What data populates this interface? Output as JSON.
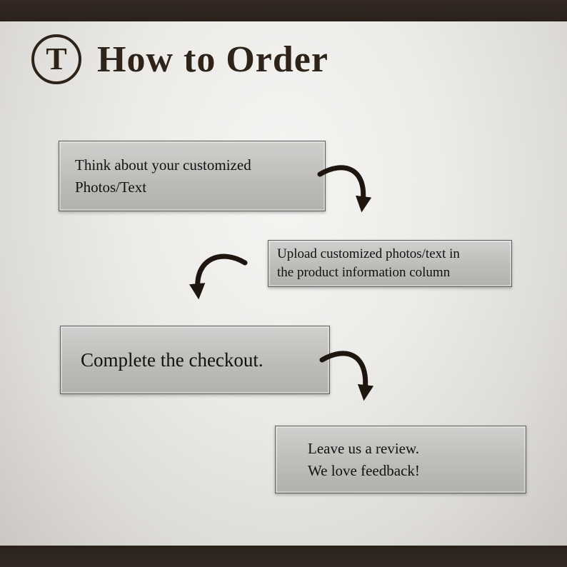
{
  "header": {
    "logo_letter": "T",
    "title": "How to Order"
  },
  "steps": [
    {
      "lines": [
        "Think about your customized",
        "Photos/Text"
      ]
    },
    {
      "lines": [
        "Upload customized photos/text in",
        "the product information column"
      ]
    },
    {
      "lines": [
        "Complete the checkout."
      ]
    },
    {
      "lines": [
        "Leave us a review.",
        "We love feedback!"
      ]
    }
  ],
  "icons": {
    "arrow_1": "curved-arrow-down-right",
    "arrow_2": "curved-arrow-down-left",
    "arrow_3": "curved-arrow-down-right"
  },
  "colors": {
    "bar_color": "#342a23",
    "title_color": "#2e2318",
    "box_border": "#5f5f5f",
    "arrow_color": "#1e150f"
  }
}
